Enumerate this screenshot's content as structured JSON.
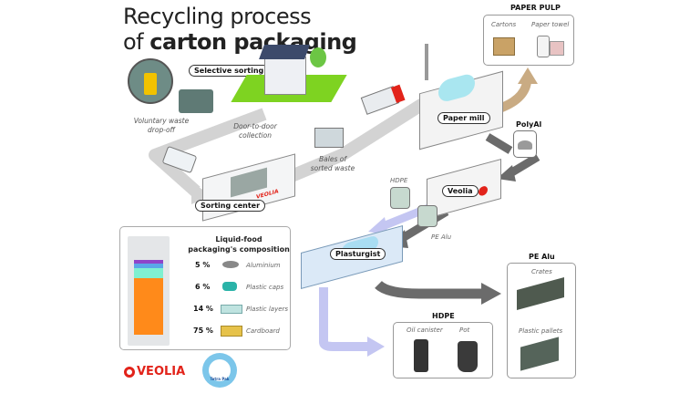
{
  "title": {
    "line1": "Recycling process",
    "line2_prefix": "of ",
    "line2_bold": "carton packaging"
  },
  "stages": {
    "selective_sorting": "Selective sorting",
    "voluntary_dropoff": "Voluntary waste drop-off",
    "door_to_door": "Door-to-door collection",
    "bales": "Bales of sorted waste",
    "sorting_center": "Sorting center",
    "paper_mill": "Paper mill",
    "polyal": "PolyAl",
    "veolia": "Veolia",
    "hdpe_small": "HDPE",
    "pe_alu_small": "PE Alu",
    "plasturgist": "Plasturgist"
  },
  "truck_brand": "VEOLIA",
  "paper_pulp": {
    "title": "PAPER PULP",
    "items": [
      "Cartons",
      "Paper towel"
    ]
  },
  "hdpe": {
    "title": "HDPE",
    "items": [
      "Oil canister",
      "Pot"
    ]
  },
  "pe_alu": {
    "title": "PE Alu",
    "items": [
      "Crates",
      "Plastic pallets"
    ]
  },
  "composition": {
    "title_line1": "Liquid-food",
    "title_line2": "packaging's composition",
    "rows": [
      {
        "percent": "5 %",
        "label": "Aluminium",
        "value": 5,
        "color": "#8e44c9"
      },
      {
        "percent": "6 %",
        "label": "Plastic caps",
        "value": 6,
        "color": "#5aa6e8"
      },
      {
        "percent": "14 %",
        "label": "Plastic layers",
        "value": 14,
        "color": "#7ff0d0"
      },
      {
        "percent": "75 %",
        "label": "Cardboard",
        "value": 75,
        "color": "#ff8a1a"
      }
    ]
  },
  "logos": {
    "veolia": "VEOLIA",
    "tetra_pak": "Tetra Pak"
  },
  "colors": {
    "path_gray": "#cfcfcf",
    "dark_arrow": "#6b6b6b",
    "pulp_arrow": "#c9ab83",
    "hdpe_arrow": "#c4c6f2",
    "veolia_red": "#e2231a"
  }
}
